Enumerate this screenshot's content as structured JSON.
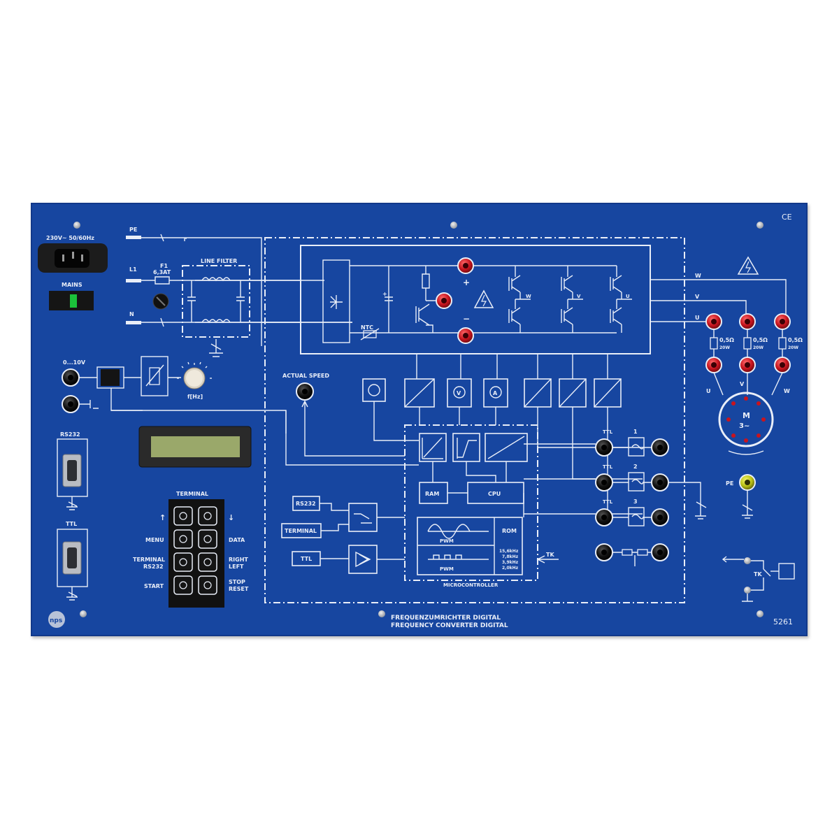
{
  "colors": {
    "panel": "#1746a0",
    "print": "#e9eef8",
    "socket_red": "#c8141e",
    "socket_black": "#111111",
    "socket_pe": "#c9d11a",
    "lcd": "#9aa86a"
  },
  "power": {
    "rating": "230V~ 50/60Hz",
    "mains": "MAINS",
    "pe": "PE",
    "l1": "L1",
    "n": "N",
    "fuse_name": "F1",
    "fuse_value": "6,3AT",
    "filter": "LINE FILTER"
  },
  "inputs": {
    "analog_range": "0...10V",
    "freq_label": "f[Hz]",
    "actual_speed": "ACTUAL SPEED"
  },
  "ports": {
    "rs232": "RS232",
    "ttl": "TTL"
  },
  "terminal": {
    "title": "TERMINAL",
    "up": "↑",
    "down": "↓",
    "menu": "MENU",
    "data": "DATA",
    "terminal_rs232_1": "TERMINAL",
    "terminal_rs232_2": "RS232",
    "right_left_1": "RIGHT",
    "right_left_2": "LEFT",
    "start": "START",
    "stop_reset_1": "STOP",
    "stop_reset_2": "RESET"
  },
  "inverter": {
    "plus": "+",
    "minus": "−",
    "ntc": "NTC",
    "phase_w": "W",
    "phase_v": "V",
    "phase_u": "U"
  },
  "micro": {
    "title": "MICROCONTROLLER",
    "ram": "RAM",
    "cpu": "CPU",
    "rom": "ROM",
    "pwm": "PWM",
    "freqs": [
      "15,6kHz",
      "7,8kHz",
      "3,9kHz",
      "2,0kHz"
    ],
    "rs232": "RS232",
    "terminal": "TERMINAL",
    "ttl": "TTL",
    "tk": "TK"
  },
  "ttl_outputs": {
    "ttl": "TTL",
    "ch1": "1",
    "ch2": "2",
    "ch3": "3"
  },
  "motor": {
    "resistor": "0,5Ω",
    "power": "20W",
    "u": "U",
    "v": "V",
    "w": "W",
    "m": "M",
    "phase": "3~",
    "pe": "PE",
    "tk": "TK"
  },
  "footer": {
    "title_de": "FREQUENZUMRICHTER DIGITAL",
    "title_en": "FREQUENCY CONVERTER DIGITAL",
    "model": "5261",
    "brand": "nps",
    "ce": "CE"
  }
}
